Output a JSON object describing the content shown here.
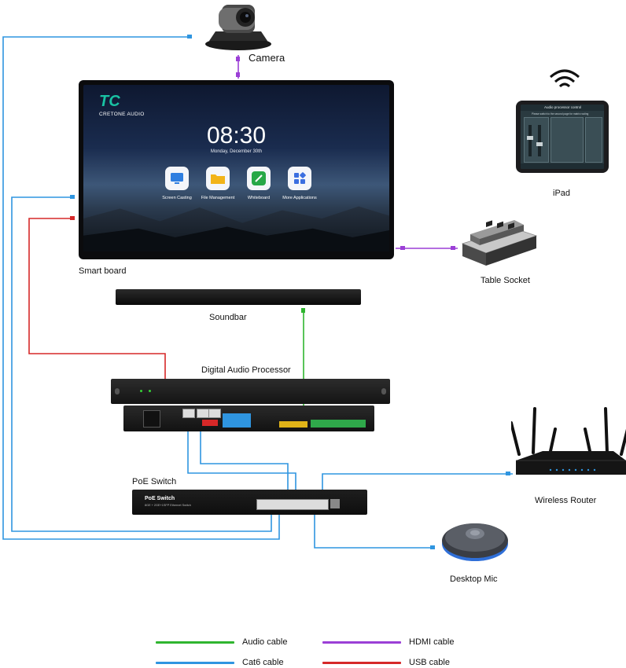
{
  "labels": {
    "camera": "Camera",
    "smart_board": "Smart board",
    "ipad": "iPad",
    "table_socket": "Table Socket",
    "soundbar": "Soundbar",
    "dsp": "Digital Audio Processor",
    "poe_switch": "PoE Switch",
    "wireless_router": "Wireless Router",
    "desktop_mic": "Desktop Mic"
  },
  "board_screen": {
    "brand": "CRETONE AUDIO",
    "brand_mark": "TC",
    "time": "08:30",
    "date": "Monday, December 30th",
    "apps": [
      "Screen Casting",
      "File Management",
      "Whiteboard",
      "More Applications"
    ]
  },
  "ipad_screen": {
    "title": "Audio processor control",
    "subtitle": "Please switch to the second page for matrix routing"
  },
  "poe_device": {
    "name": "PoE Switch",
    "model": "8GE + 2GE+1SFP Ethernet Switch"
  },
  "legend": [
    {
      "label": "Audio cable",
      "color": "#2fb52f"
    },
    {
      "label": "HDMI cable",
      "color": "#9b3fd6"
    },
    {
      "label": "Cat6 cable",
      "color": "#2f95e0"
    },
    {
      "label": "USB cable",
      "color": "#d62828"
    }
  ],
  "colors": {
    "audio": "#2fb52f",
    "hdmi": "#9b3fd6",
    "cat6": "#2f95e0",
    "usb": "#d62828",
    "brand_accent": "#19c2a3"
  },
  "icons": [
    "wifi-icon",
    "screen-casting-icon",
    "folder-icon",
    "whiteboard-icon",
    "apps-grid-icon"
  ]
}
